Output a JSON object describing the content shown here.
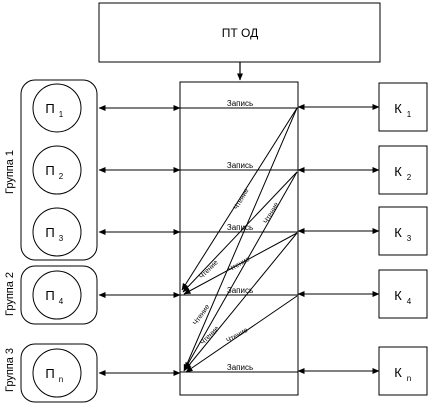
{
  "header": {
    "label": "ПТ ОД"
  },
  "groups": [
    {
      "label": "Группа 1"
    },
    {
      "label": "Группа 2"
    },
    {
      "label": "Группа 3"
    }
  ],
  "processes": [
    {
      "base": "П",
      "sub": "1"
    },
    {
      "base": "П",
      "sub": "2"
    },
    {
      "base": "П",
      "sub": "3"
    },
    {
      "base": "П",
      "sub": "4"
    },
    {
      "base": "П",
      "sub": "n"
    }
  ],
  "consumers": [
    {
      "base": "К",
      "sub": "1"
    },
    {
      "base": "К",
      "sub": "2"
    },
    {
      "base": "К",
      "sub": "3"
    },
    {
      "base": "К",
      "sub": "4"
    },
    {
      "base": "К",
      "sub": "n"
    }
  ],
  "labels": {
    "write": "Запись",
    "read": "Чтение"
  }
}
